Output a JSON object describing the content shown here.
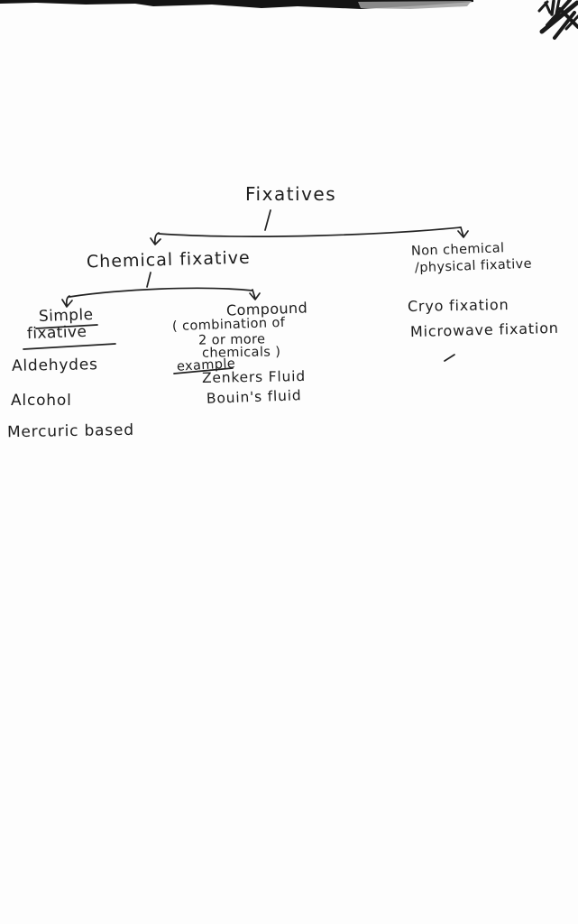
{
  "canvas": {
    "paper_color": "#fdfdfd",
    "ink_color": "#1e1e1e"
  },
  "artifacts": {
    "top_edge": "dark scanned page-edge band",
    "corner_scribble": "cut-off pen scribble"
  },
  "tree": {
    "title": "Fixatives",
    "level1": {
      "chemical": {
        "label": "Chemical fixative"
      },
      "non_chemical": {
        "label_line1": "Non chemical",
        "label_line2": "/physical fixative",
        "items": {
          "cryo": "Cryo fixation",
          "microwave": "Microwave fixation"
        }
      }
    },
    "level2": {
      "simple": {
        "label_line1": "Simple",
        "label_line2": "fixative",
        "items": {
          "aldehydes": "Aldehydes",
          "alcohol": "Alcohol",
          "mercuric": "Mercuric based"
        }
      },
      "compound": {
        "label": "Compound",
        "note_line1": "( combination of",
        "note_line2": "2 or more",
        "note_line3": "chemicals )",
        "example_label": "example",
        "examples": {
          "zenkers": "Zenkers Fluid",
          "bouins": "Bouin's fluid"
        }
      }
    }
  }
}
